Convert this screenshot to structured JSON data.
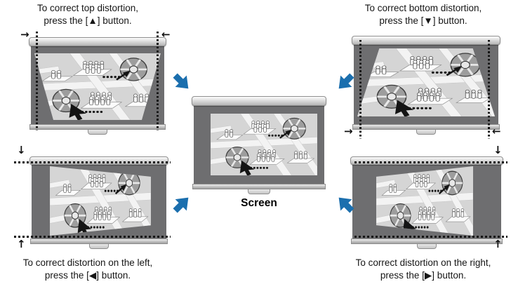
{
  "captions": {
    "top_left": {
      "line1": "To correct top distortion,",
      "line2": "press the [▲] button."
    },
    "top_right": {
      "line1": "To correct bottom distortion,",
      "line2": "press the [▼] button."
    },
    "bottom_left": {
      "line1": "To correct distortion on the left,",
      "line2": "press the [◀] button."
    },
    "bottom_right": {
      "line1": "To correct distortion on the right,",
      "line2": "press the [▶] button."
    }
  },
  "center_label": "Screen",
  "glyphs": {
    "measure_right": "→",
    "measure_left": "←",
    "measure_down": "↓",
    "measure_up": "↑"
  },
  "colors": {
    "accent_blue": "#1b6fae",
    "screen_surface": "#6e6e70",
    "image_bg": "#d5d5d5",
    "text": "#1a1a1a"
  }
}
